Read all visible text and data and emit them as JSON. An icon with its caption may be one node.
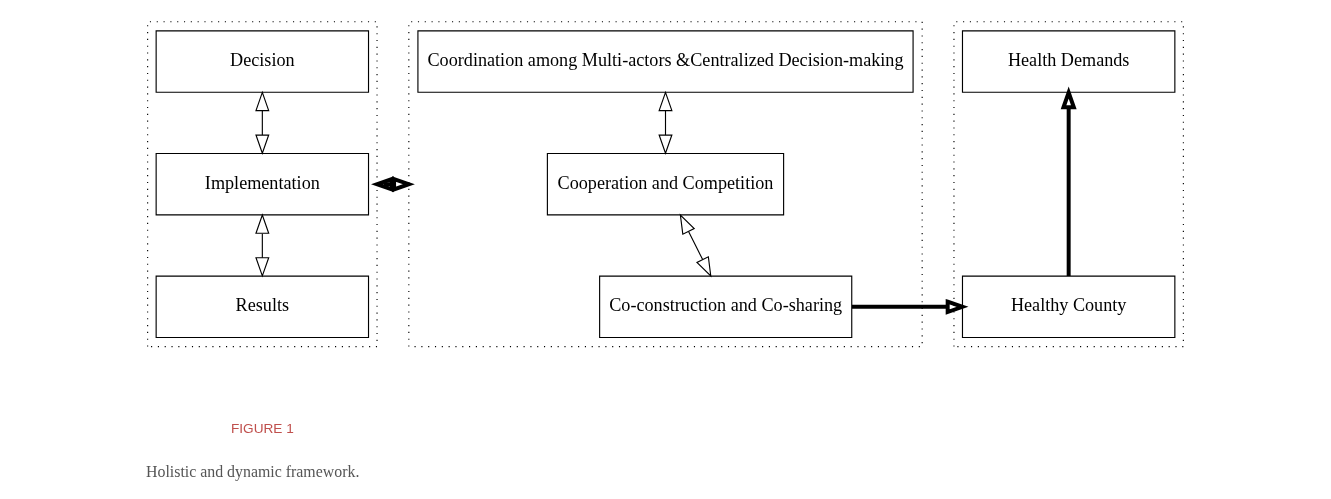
{
  "diagram": {
    "caption": "Holistic and dynamic framework.",
    "nodes": [
      {
        "text": [],
        "shape": "box"
      },
      {
        "text": [
          "Decision"
        ],
        "in": 0
      },
      {
        "text": [
          "Implementation"
        ],
        "in": 0
      },
      {
        "text": [
          "Results"
        ],
        "in": 0
      },
      {
        "text": [],
        "shape": "box"
      },
      {
        "text": [
          "Coordination among Multi-actors &Centralized Decision-making"
        ],
        "in": 4
      },
      {
        "text": [
          "Cooperation and Competition"
        ],
        "in": 4
      },
      {
        "text": [
          "Co-construction and Co-sharing"
        ],
        "in": 4
      },
      {
        "text": [],
        "shape": "box"
      },
      {
        "text": [
          "Health Demands"
        ],
        "in": 8
      },
      {
        "text": [
          "Healthy County"
        ],
        "in": 8
      }
    ],
    "edges": [
      {
        "from": 1,
        "to": 2,
        "arrow": "both"
      },
      {
        "from": 2,
        "to": 3,
        "arrow": "both"
      },
      {
        "from": 5,
        "to": 6,
        "arrow": "both"
      },
      {
        "from": 6,
        "to": 7,
        "arrow": "both"
      },
      {
        "from": 0,
        "to": 4,
        "arrow": "both",
        "style": "thick"
      },
      {
        "from": 7,
        "to": 10,
        "arrow": "to",
        "style": "thick"
      },
      {
        "from": 10,
        "to": 9,
        "arrow": "to",
        "style": "thick"
      }
    ],
    "labels": [
      "FIGURE 1"
    ]
  }
}
